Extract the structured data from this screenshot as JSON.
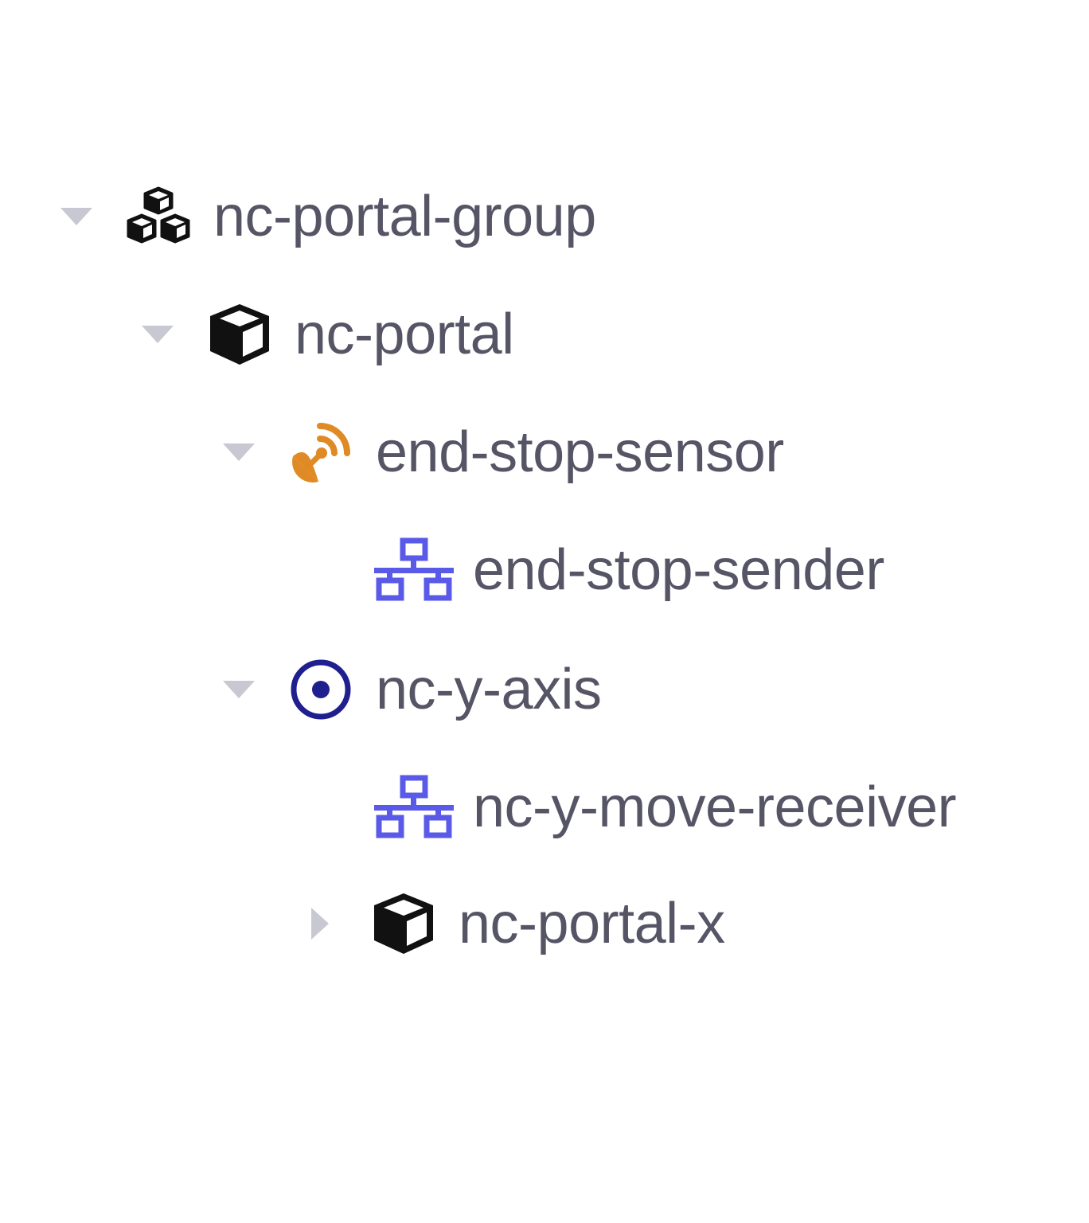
{
  "tree": {
    "nodes": [
      {
        "label": "nc-portal-group",
        "icon": "cubes-icon",
        "toggle": "expanded"
      },
      {
        "label": "nc-portal",
        "icon": "cube-icon",
        "toggle": "expanded"
      },
      {
        "label": "end-stop-sensor",
        "icon": "satellite-dish-icon",
        "toggle": "expanded"
      },
      {
        "label": "end-stop-sender",
        "icon": "network-icon",
        "toggle": "none"
      },
      {
        "label": "nc-y-axis",
        "icon": "dot-circle-icon",
        "toggle": "expanded"
      },
      {
        "label": "nc-y-move-receiver",
        "icon": "network-icon",
        "toggle": "none"
      },
      {
        "label": "nc-portal-x",
        "icon": "cube-icon",
        "toggle": "collapsed"
      }
    ]
  },
  "colors": {
    "label_text": "#555566",
    "toggle_arrow": "#c8c8d2",
    "cube_icon": "#111111",
    "sensor_icon": "#e08a25",
    "network_icon": "#5a5ae8",
    "axis_icon": "#1f1f8f"
  }
}
